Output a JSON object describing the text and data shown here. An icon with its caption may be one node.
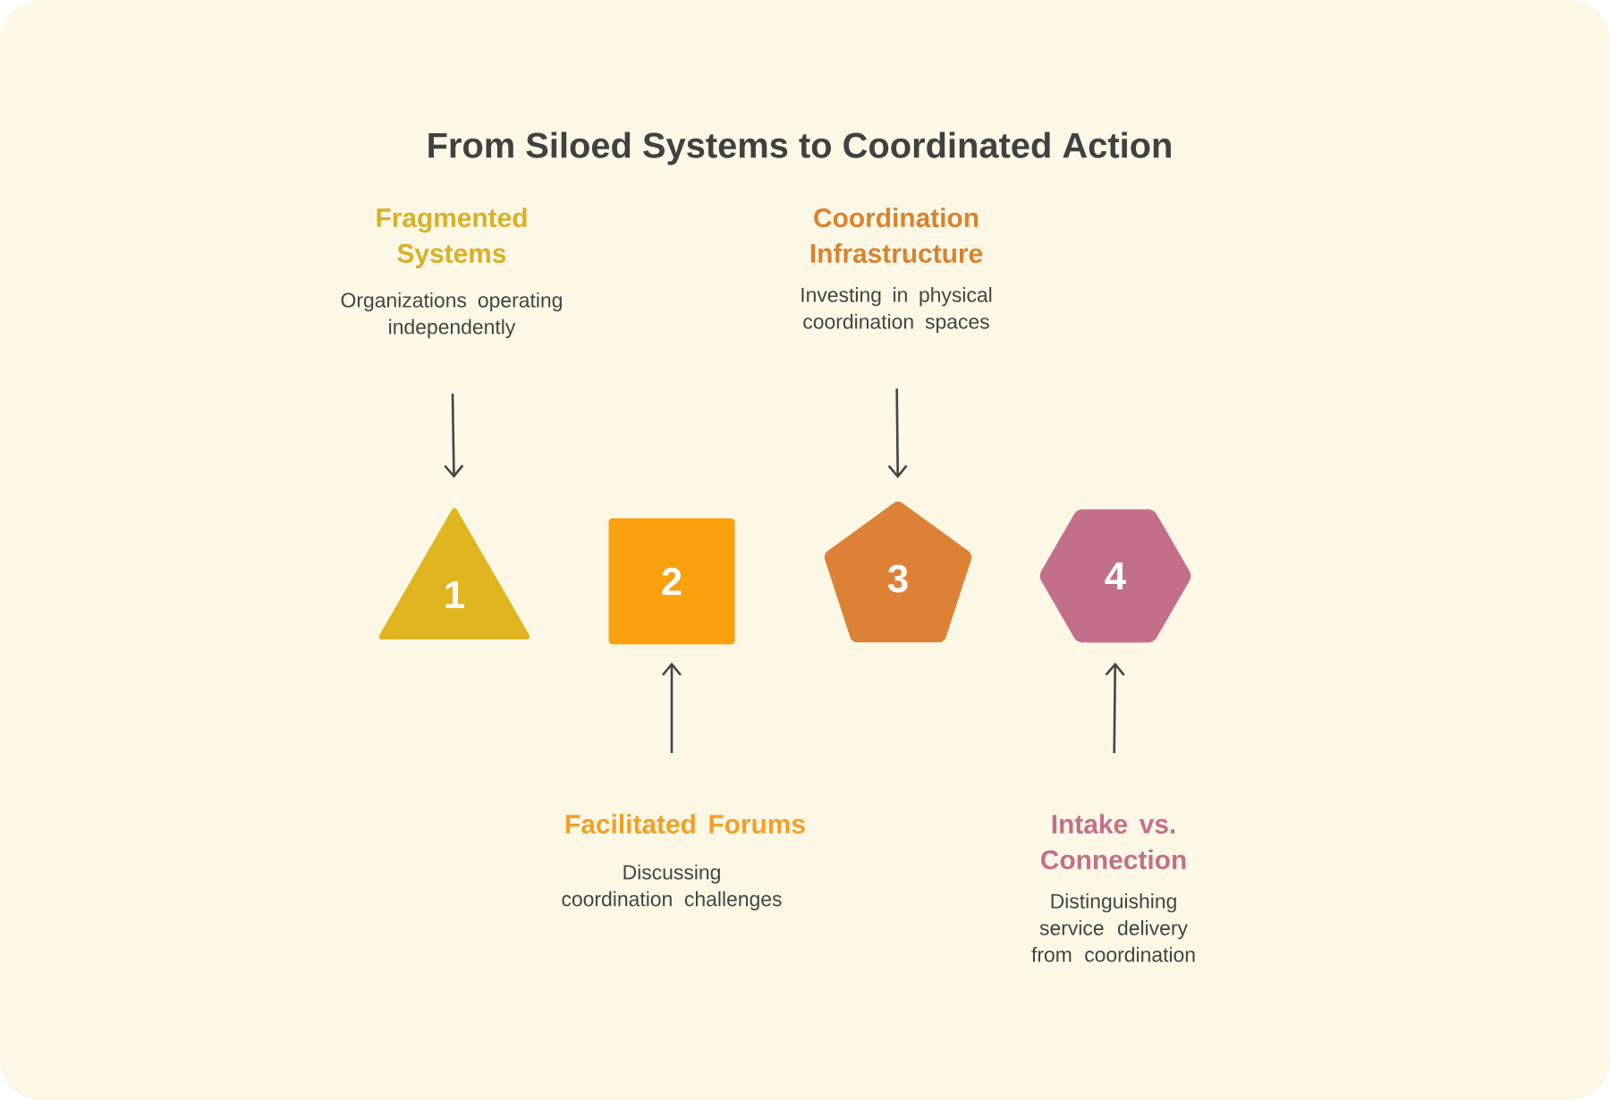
{
  "diagram": {
    "title": "From Siloed Systems to Coordinated Action",
    "nodes": [
      {
        "text": [
          "Fragmented Systems",
          "Organizations operating independently"
        ]
      },
      {
        "text": [
          "Coordination Infrastructure",
          "Investing in physical coordination spaces"
        ]
      },
      {
        "text": [
          "1"
        ]
      },
      {
        "text": [
          "2"
        ]
      },
      {
        "text": [
          "3"
        ]
      },
      {
        "text": [
          "4"
        ]
      },
      {
        "text": [
          "Facilitated Forums",
          "Discussing coordination challenges"
        ]
      },
      {
        "text": [
          "Intake vs. Connection",
          "Distinguishing service delivery from coordination"
        ]
      }
    ],
    "edges": [
      {
        "from": 0,
        "to": 2,
        "arrow": "to"
      },
      {
        "from": 1,
        "to": 4,
        "arrow": "to"
      },
      {
        "from": 6,
        "to": 3,
        "arrow": "to"
      },
      {
        "from": 7,
        "to": 5,
        "arrow": "to"
      }
    ]
  }
}
